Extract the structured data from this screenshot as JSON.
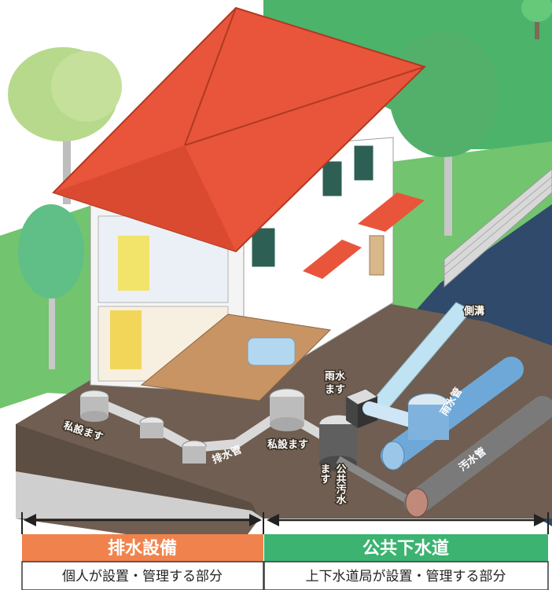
{
  "labels": {
    "side_ditch": "側溝",
    "rain_basin": "雨水\nます",
    "private_basin_left": "私設ます",
    "private_basin_right": "私設ます",
    "drain_pipe": "排水管",
    "public_sewage_basin": "公共汚水ます",
    "rain_pipe": "雨水管",
    "sewage_pipe": "汚水管"
  },
  "sections": {
    "left": {
      "title": "排水設備",
      "subtitle": "個人が設置・管理する部分",
      "color": "#f0834d"
    },
    "right": {
      "title": "公共下水道",
      "subtitle": "上下水道局が設置・管理する部分",
      "color": "#3cb371"
    }
  },
  "colors": {
    "roof": "#e8553a",
    "ground": "#7a6a5a",
    "grass": "#6cc070",
    "pipe_rain": "#6ea8d8",
    "pipe_sewage": "#7a7a7a"
  }
}
